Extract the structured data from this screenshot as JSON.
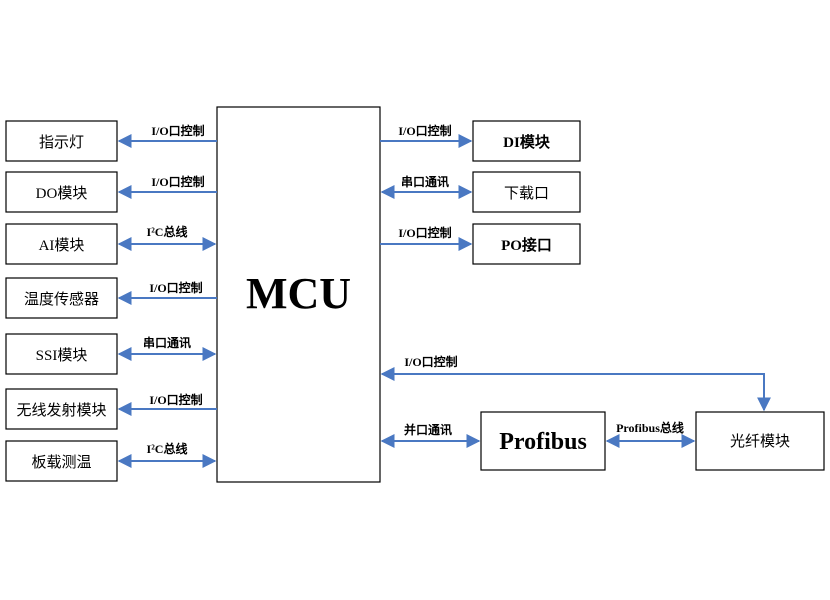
{
  "mcu": {
    "label": "MCU"
  },
  "left_modules": [
    {
      "label": "指示灯",
      "link": "I/O口控制",
      "dir": "out"
    },
    {
      "label": "DO模块",
      "link": "I/O口控制",
      "dir": "out"
    },
    {
      "label": "AI模块",
      "link": "I²C总线",
      "dir": "both"
    },
    {
      "label": "温度传感器",
      "link": "I/O口控制",
      "dir": "out"
    },
    {
      "label": "SSI模块",
      "link": "串口通讯",
      "dir": "both"
    },
    {
      "label": "无线发射模块",
      "link": "I/O口控制",
      "dir": "out"
    },
    {
      "label": "板载测温",
      "link": "I²C总线",
      "dir": "both"
    }
  ],
  "right_modules": [
    {
      "label": "DI模块",
      "link": "I/O口控制",
      "dir": "out"
    },
    {
      "label": "下载口",
      "link": "串口通讯",
      "dir": "both"
    },
    {
      "label": "PO接口",
      "link": "I/O口控制",
      "dir": "out"
    }
  ],
  "profibus": {
    "label": "Profibus",
    "link": "并口通讯"
  },
  "fiber": {
    "label": "光纤模块",
    "link_to_profibus": "Profibus总线",
    "link_to_mcu": "I/O口控制"
  },
  "colors": {
    "connector": "#4a78c2",
    "box_stroke": "#000000"
  }
}
